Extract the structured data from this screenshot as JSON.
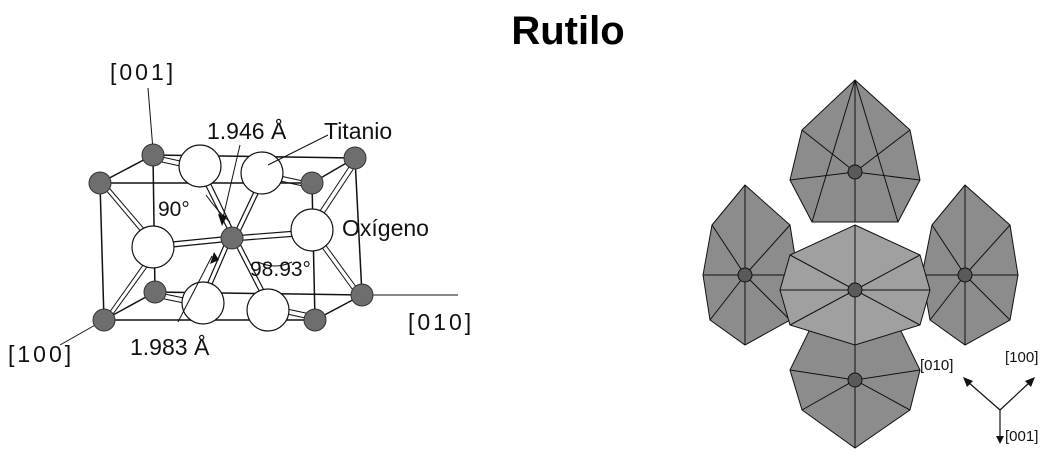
{
  "title": "Rutilo",
  "left_diagram": {
    "axis_001": "[001]",
    "axis_010": "[010]",
    "axis_100": "[100]",
    "bond_1": "1.946 Å",
    "bond_2": "1.983 Å",
    "angle_1": "90°",
    "angle_2": "98.93°",
    "atom_ti": "Titanio",
    "atom_o": "Oxígeno"
  },
  "right_diagram": {
    "axis_010": "[010]",
    "axis_100": "[100]",
    "axis_001": "[001]"
  },
  "colors": {
    "ti_atom": "#6e6e6e",
    "o_atom": "#ffffff",
    "octahedron": "#8c8c8c",
    "line": "#111111"
  }
}
